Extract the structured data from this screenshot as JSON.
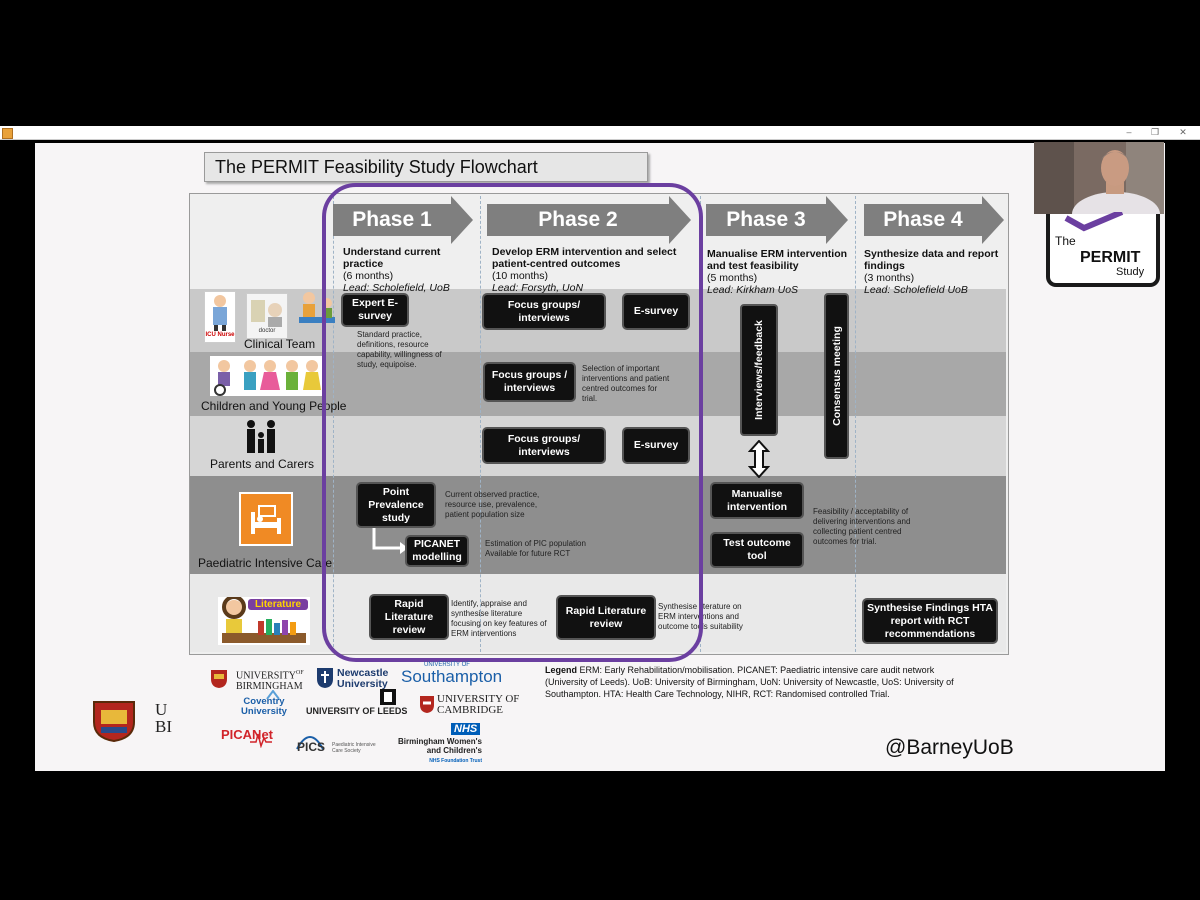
{
  "window": {
    "minimize": "–",
    "restore": "❐",
    "close": "✕"
  },
  "slide": {
    "title": "The PERMIT Feasibility Study Flowchart",
    "phases": [
      {
        "label": "Phase 1",
        "desc_bold": "Understand current practice",
        "desc_duration": "(6 months)",
        "lead": "Lead: Scholefield, UoB"
      },
      {
        "label": "Phase 2",
        "desc_bold": "Develop ERM intervention and select patient-centred outcomes",
        "desc_duration": "(10 months)",
        "lead": "Lead: Forsyth, UoN"
      },
      {
        "label": "Phase 3",
        "desc_bold": "Manualise ERM intervention and test feasibility",
        "desc_duration": "(5 months)",
        "lead": "Lead: Kirkham UoS"
      },
      {
        "label": "Phase 4",
        "desc_bold": "Synthesize data and report findings",
        "desc_duration": "(3 months)",
        "lead": "Lead: Scholefield UoB"
      }
    ],
    "rows": {
      "clinical": "Clinical Team",
      "children": "Children and Young People",
      "parents": "Parents and Carers",
      "pic": "Paediatric Intensive Care",
      "literature_badge": "Literature"
    },
    "icon_labels": {
      "icu_nurse": "ICU Nurse",
      "doctor": "doctor"
    },
    "boxes": {
      "expert_esurvey": "Expert E-survey",
      "focus_clin": "Focus groups/ interviews",
      "esurvey_clin": "E-survey",
      "focus_children": "Focus groups / interviews",
      "focus_parents": "Focus groups/ interviews",
      "esurvey_parents": "E-survey",
      "point_prevalence": "Point Prevalence study",
      "picanet": "PICANET modelling",
      "interviews_feedback": "Interviews/feedback",
      "consensus": "Consensus meeting",
      "manualise": "Manualise intervention",
      "test_outcome": "Test outcome tool",
      "rapid1": "Rapid Literature review",
      "rapid2": "Rapid Literature review",
      "synthesise": "Synthesise Findings HTA report with RCT recommendations"
    },
    "notes": {
      "expert": "Standard practice, definitions, resource capability, willingness of study, equipoise.",
      "children": "Selection of important interventions and patient centred outcomes for trial.",
      "ppstudy": "Current observed practice, resource use, prevalence, patient population size",
      "picanet": "Estimation of PIC population Available for future RCT",
      "feasibility": "Feasibility / acceptability of delivering interventions and collecting patient centred outcomes for trial.",
      "rapid1": "Identify, appraise and synthesise literature focusing on key features of ERM interventions",
      "rapid2": "Synthesise literature on ERM interventions and outcome tools suitability"
    },
    "logos": {
      "bham_l1": "UNIVERSITY",
      "bham_of": "OF",
      "bham_l2": "BIRMINGHAM",
      "newcastle": "Newcastle University",
      "southampton_small": "UNIVERSITY OF",
      "southampton": "Southampton",
      "coventry": "Coventry University",
      "leeds": "UNIVERSITY OF LEEDS",
      "cambridge_l1": "UNIVERSITY OF",
      "cambridge_l2": "CAMBRIDGE",
      "picanet": "PICANet",
      "pics": "PICS",
      "pics_sub": "Paediatric Intensive Care Society",
      "nhs": "NHS",
      "bwc_l1": "Birmingham Women's",
      "bwc_l2": "and Children's",
      "bwc_l3": "NHS Foundation Trust",
      "crest_partial_1": "U",
      "crest_partial_2": "BI"
    },
    "legend_label": "Legend",
    "legend_text": "ERM: Early Rehabilitation/mobilisation. PICANET: Paediatric intensive care audit network (University of Leeds). UoB: University of Birmingham, UoN: University of Newcastle, UoS: University of Southampton. HTA: Health Care Technology, NIHR, RCT: Randomised controlled Trial.",
    "handle": "@BarneyUoB"
  },
  "permit_logo": {
    "the": "The",
    "permit": "PERMIT",
    "study": "Study"
  },
  "colors": {
    "purple_outline": "#6b3fa0",
    "phase_arrow": "#7f7f7f",
    "box_fill": "#111111"
  }
}
